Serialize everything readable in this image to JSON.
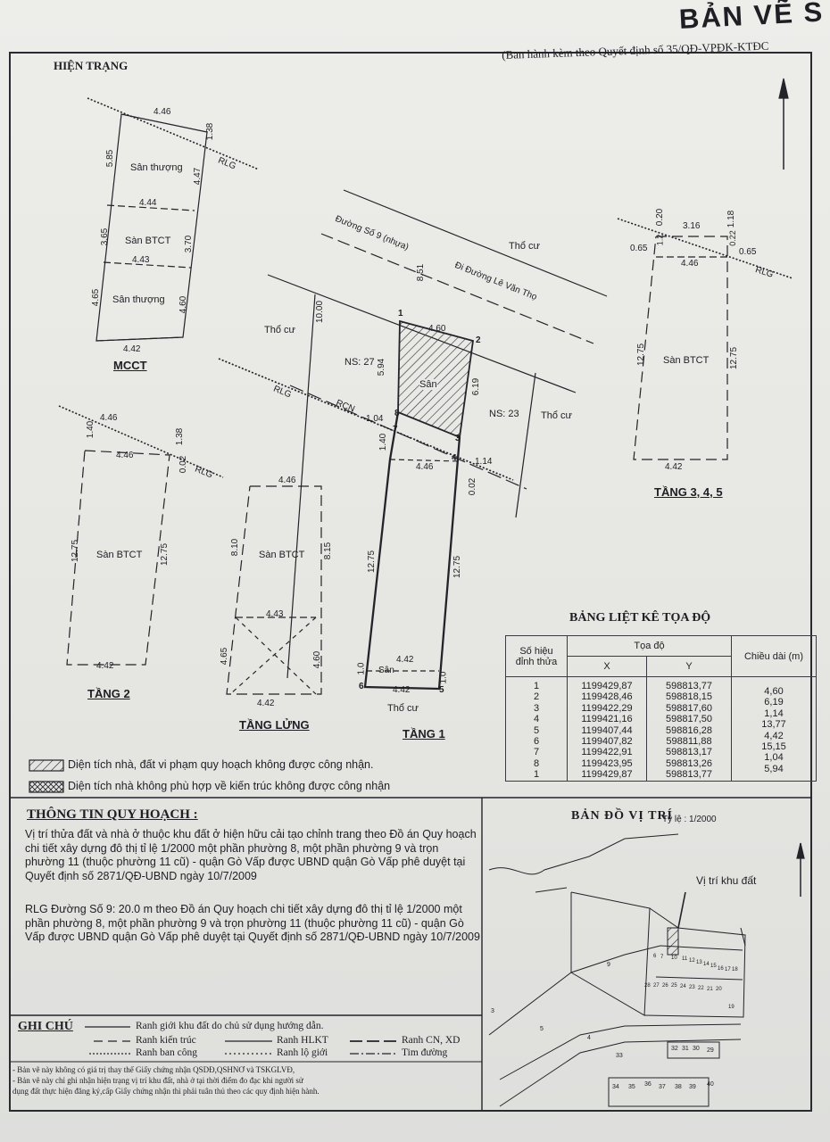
{
  "header": {
    "title": "BẢN VẼ S",
    "subtitle": "(Ban hành kèm theo Quyết định số 35/QĐ-VPĐK-KTĐC",
    "section": "HIỆN TRẠNG"
  },
  "mcct": {
    "caption": "MCCT",
    "rooms": [
      "Sân thượng",
      "Sàn BTCT",
      "Sân thượng"
    ],
    "dims": [
      "4.46",
      "1.38",
      "5.85",
      "4.47",
      "4.44",
      "3.65",
      "3.70",
      "4.43",
      "4.65",
      "4.60",
      "4.42"
    ],
    "rlg": "RLG"
  },
  "site": {
    "road_name": "Đường Số 9 (nhựa)",
    "road_name2": "Đi Đường Lê Văn Thọ",
    "neighbor": "Thổ cư",
    "lot_left": "NS: 27",
    "lot_right": "NS: 23",
    "yard": "Sân",
    "rlg": "RLG",
    "rcn": "RCN",
    "dims": [
      "4.60",
      "5.94",
      "6.19",
      "1.40",
      "4.46",
      "1.14",
      "1.04",
      "10.00",
      "8.51",
      "0.02",
      "12.75",
      "12.75",
      "4.42",
      "4.42",
      "1.0",
      "1.0"
    ],
    "vertices": [
      "1",
      "2",
      "3",
      "4",
      "5",
      "6",
      "7",
      "8"
    ]
  },
  "floor_2": {
    "caption": "TẦNG 2",
    "room": "Sàn BTCT",
    "dims": [
      "4.46",
      "1.40",
      "1.38",
      "4.46",
      "0.02",
      "12.75",
      "12.75",
      "4.42"
    ],
    "rlg": "RLG"
  },
  "mezzanine": {
    "caption": "TẦNG LỬNG",
    "room": "Sàn BTCT",
    "dims": [
      "4.46",
      "8.10",
      "8.15",
      "4.43",
      "4.65",
      "4.60",
      "4.42"
    ]
  },
  "floor_1": {
    "caption": "TẦNG 1",
    "yard": "Sân",
    "neighbor": "Thổ cư"
  },
  "floor_345": {
    "caption": "TẦNG 3, 4, 5",
    "room": "Sàn BTCT",
    "dims": [
      "0.20",
      "3.16",
      "1.18",
      "0.65",
      "1.2",
      "0.22",
      "0.65",
      "4.46",
      "12.75",
      "12.75",
      "4.42"
    ],
    "rlg": "RLG"
  },
  "coord_table": {
    "title": "BẢNG LIỆT KÊ TỌA ĐỘ",
    "col_vertex": "Số hiệu đỉnh thửa",
    "col_coord": "Tọa độ",
    "col_x": "X",
    "col_y": "Y",
    "col_length": "Chiều dài (m)",
    "vertices": [
      "1",
      "2",
      "3",
      "4",
      "5",
      "6",
      "7",
      "8",
      "1"
    ],
    "x": [
      "1199429,87",
      "1199428,46",
      "1199422,29",
      "1199421,16",
      "1199407,44",
      "1199407,82",
      "1199422,91",
      "1199423,95",
      "1199429,87"
    ],
    "y": [
      "598813,77",
      "598818,15",
      "598817,60",
      "598817,50",
      "598816,28",
      "598811,88",
      "598813,17",
      "598813,26",
      "598813,77"
    ],
    "lengths": [
      "4,60",
      "6,19",
      "1,14",
      "13,77",
      "4,42",
      "15,15",
      "1,04",
      "5,94"
    ]
  },
  "legend_hatch": {
    "violation": "Diện tích nhà, đất vi phạm quy hoạch không được công nhận.",
    "nonconform": "Diện tích nhà không phù hợp về kiến trúc không được công nhận"
  },
  "planning": {
    "heading": "THÔNG TIN QUY HOẠCH :",
    "p1": "Vị trí thửa đất và nhà ở thuộc khu đất ở hiện hữu cải tạo chỉnh trang theo Đồ án Quy hoạch chi tiết xây dựng đô thị tỉ lệ 1/2000 một phần phường 8, một phần phường 9 và trọn phường 11 (thuộc phường 11 cũ) - quận Gò Vấp được UBND quận Gò Vấp phê duyệt tại Quyết định số 2871/QĐ-UBND ngày 10/7/2009",
    "p2": "RLG Đường Số 9: 20.0 m theo Đồ án Quy hoạch chi tiết xây dựng đô thị tỉ lệ 1/2000 một phần phường 8, một phần phường 9 và trọn phường 11 (thuộc phường 11 cũ) - quận Gò Vấp được UBND quận Gò Vấp phê duyệt tại Quyết định số 2871/QĐ-UBND ngày 10/7/2009"
  },
  "location_map": {
    "title": "BẢN ĐỒ VỊ TRÍ",
    "scale": "Tỷ lệ : 1/2000",
    "marker_label": "Vị trí khu đất",
    "parcel_numbers": [
      "3",
      "5",
      "9",
      "4",
      "33",
      "32",
      "31",
      "30",
      "29",
      "34",
      "35",
      "36",
      "37",
      "38",
      "39",
      "40",
      "28",
      "27",
      "26",
      "25",
      "24",
      "23",
      "22",
      "21",
      "20",
      "19",
      "18",
      "17",
      "16",
      "15",
      "14",
      "13",
      "12",
      "11",
      "10",
      "7",
      "6"
    ]
  },
  "notes": {
    "heading": "GHI CHÚ",
    "items": [
      "Ranh giới khu đất do chủ sử dụng hướng dẫn.",
      "Ranh kiến trúc",
      "Ranh HLKT",
      "Ranh CN, XD",
      "Ranh ban công",
      "Ranh lộ giới",
      "Tim đường"
    ],
    "fine1": "- Bản vẽ này không có giá trị thay thế Giấy chứng nhận QSDĐ,QSHNƠ và TSKGLVĐ,",
    "fine2": "- Bản vẽ này chỉ ghi nhận hiện trạng vị trí khu đất, nhà ở tại thời điểm đo đạc khi người sử",
    "fine3": "dụng đất thực hiện đăng ký,cấp Giấy chứng nhận thì phải tuân thủ theo các quy định hiện hành."
  }
}
